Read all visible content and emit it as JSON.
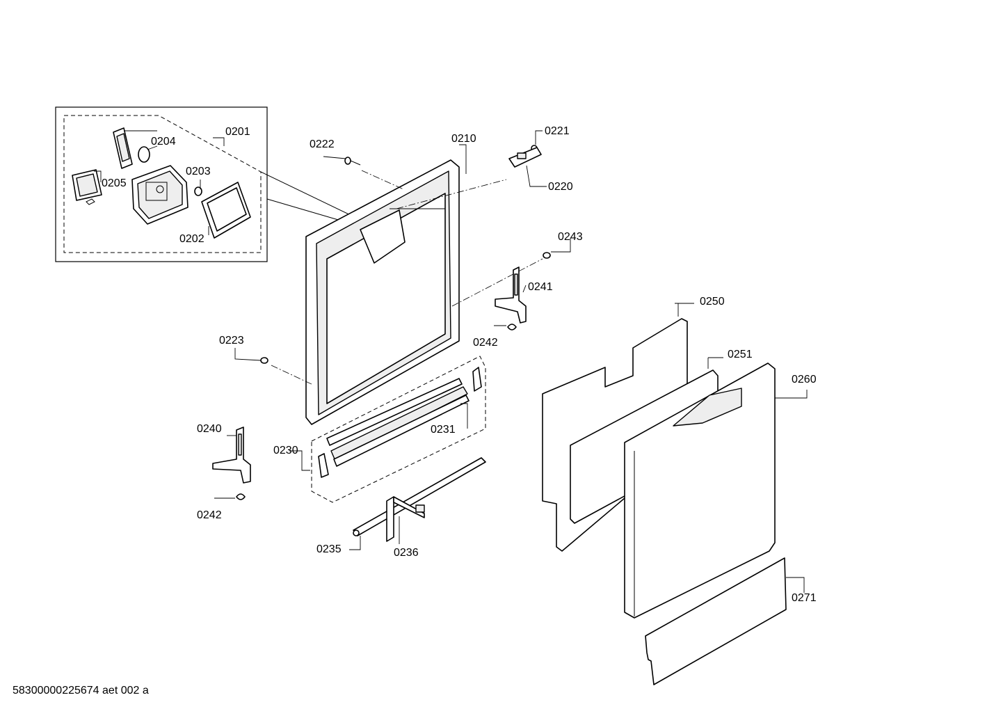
{
  "document_id": "58300000225674 aet 002 a",
  "parts": {
    "p0201": "0201",
    "p0202": "0202",
    "p0203": "0203",
    "p0204": "0204",
    "p0205": "0205",
    "p0210": "0210",
    "p0220": "0220",
    "p0221": "0221",
    "p0222": "0222",
    "p0223": "0223",
    "p0230": "0230",
    "p0231": "0231",
    "p0235": "0235",
    "p0236": "0236",
    "p0240": "0240",
    "p0241": "0241",
    "p0242a": "0242",
    "p0242b": "0242",
    "p0243": "0243",
    "p0250": "0250",
    "p0251": "0251",
    "p0260": "0260",
    "p0271": "0271"
  }
}
